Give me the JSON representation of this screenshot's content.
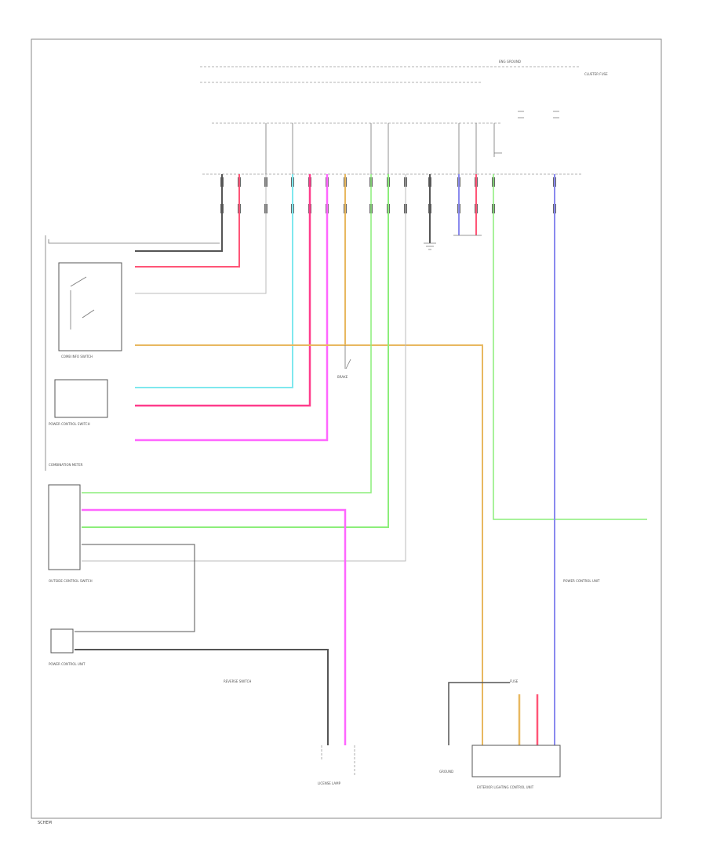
{
  "colors": {
    "black": "#555555",
    "red": "#ff5577",
    "pink": "#ff3c8c",
    "cyan": "#7fe8ee",
    "magenta": "#ff66ff",
    "orange": "#e8b860",
    "green": "#8cee7a",
    "blue": "#8a8aee",
    "gray": "#bbbbbb"
  },
  "labels": {
    "ground_top": "ENG GROUND",
    "cluster_top": "CLUSTER FUSE",
    "comb_switch": "COMB INFO SWITCH",
    "hazard_switch": "POWER CONTROL SWITCH",
    "cluster_label": "COMBINATION METER",
    "brake_switch": "BRAKE",
    "mid_power": "POWER CONTROL UNIT",
    "left_unit": "OUTSIDE CONTROL SWITCH",
    "left_power": "POWER CONTROL UNIT",
    "reverse_switch": "REVERSE SWITCH",
    "bottom_lamp": "LICENSE LAMP",
    "right_ground": "GROUND",
    "right_unit": "EXTERIOR LIGHTING CONTROL UNIT",
    "right_fuse": "FUSE",
    "footer": "SCHEM"
  }
}
